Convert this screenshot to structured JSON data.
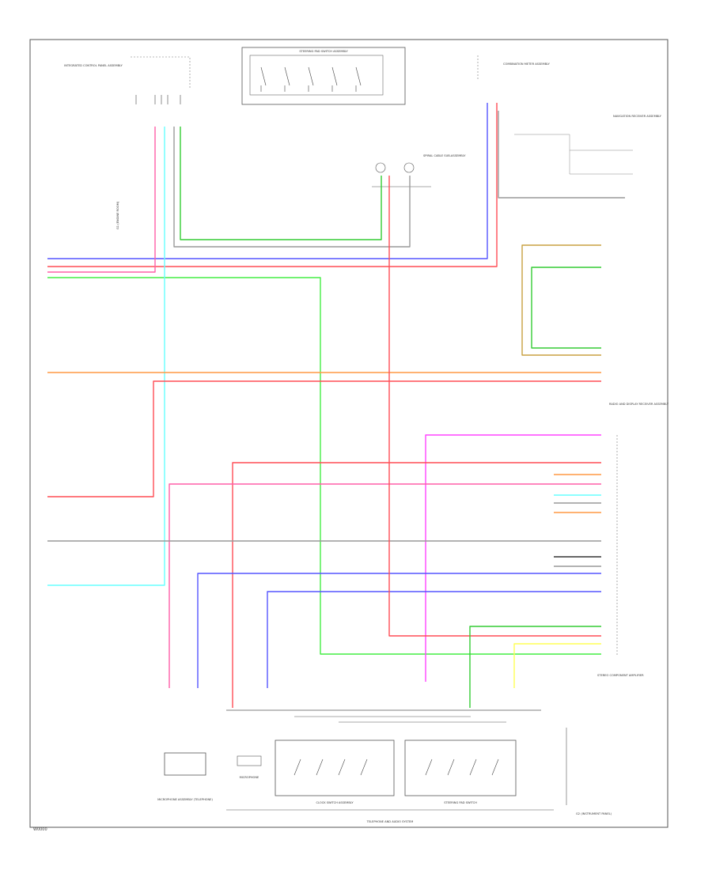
{
  "page": {
    "corner_label": "W0000"
  },
  "wire_colors": {
    "blue": "#5555ff",
    "red": "#ff4d55",
    "pink": "#ff5fa8",
    "lt_green": "#44ee44",
    "green": "#33cc33",
    "orange": "#ff9944",
    "magenta": "#ff44ff",
    "cyan": "#66ffff",
    "gray": "#999999",
    "yellow": "#ffff55",
    "tan": "#c8a040",
    "black": "#333333"
  },
  "labels": {
    "top_switch_box": "STEERING PAD SWITCH ASSEMBLY",
    "top_left_module": "INTEGRATED CONTROL PANEL ASSEMBLY",
    "top_right_module": "COMBINATION METER ASSEMBLY",
    "spiral_cable": "SPIRAL CABLE SUB-ASSEMBLY",
    "right_module_1": "NAVIGATION RECEIVER ASSEMBLY",
    "right_module_2": "RADIO AND DISPLAY RECEIVER ASSEMBLY",
    "right_module_3": "STEREO COMPONENT AMPLIFIER",
    "left_ground": "G1 (ENGINE ROOM)",
    "bottom_mic": "MICROPHONE",
    "bottom_sensor": "MICROPHONE ASSEMBLY (TELEPHONE)",
    "bottom_switch_1": "CLOCK SWITCH ASSEMBLY",
    "bottom_switch_2": "STEERING PAD SWITCH",
    "bottom_title": "TELEPHONE AND AUDIO SYSTEM",
    "ground_right": "G2 (INSTRUMENT PANEL)"
  }
}
